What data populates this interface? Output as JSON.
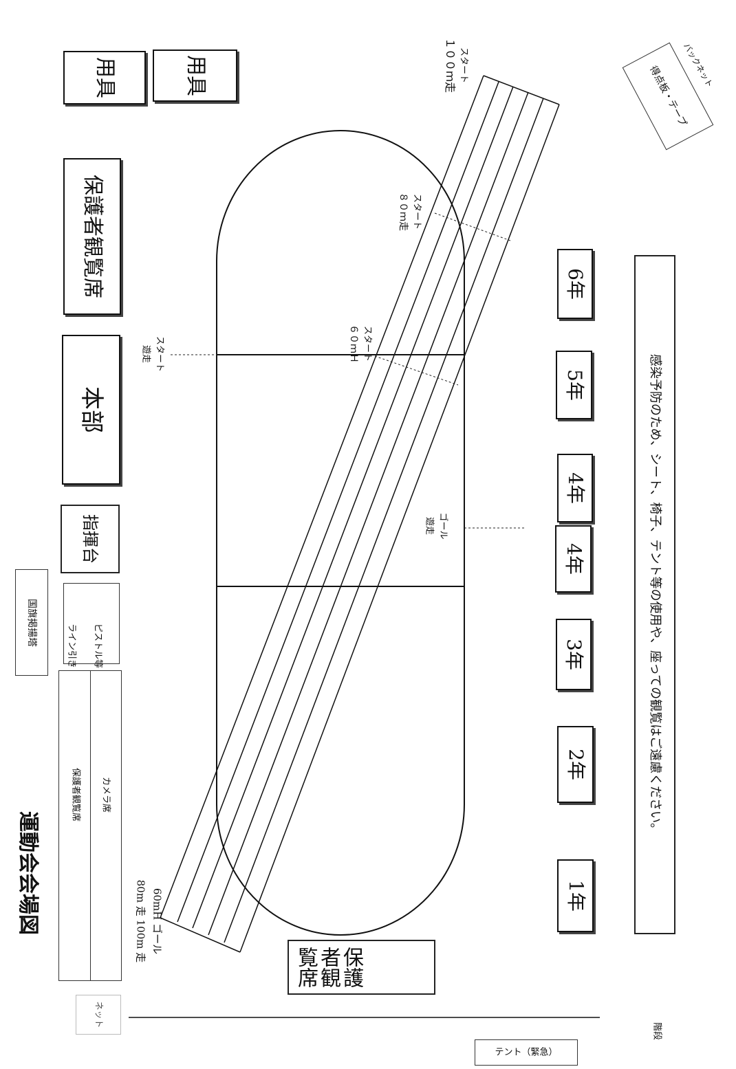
{
  "title": "運動会会場図",
  "notice": "感染予防のため、シート、椅子、テント等の使用や、座っての観覧はご遠慮ください。",
  "areas": {
    "equipment_1": "用具",
    "equipment_2": "用具",
    "spectator_top": "保護者観覧席",
    "headquarters": "本部",
    "conductor_stand": "指揮台",
    "line_pistol_1": "ライン引き",
    "line_pistol_2": "ピストル等",
    "flagpole": "国旗掲揚塔",
    "spectator_long": "保護者観覧席",
    "camera_seats": "カメラ席",
    "spectator_bottom": "保護者観覧席",
    "net": "ネット",
    "tent": "テント（緊急）",
    "stairs": "階段",
    "score_board": "得点板・テープ",
    "score_board_sub": "バックネット"
  },
  "grades": [
    "1年",
    "2年",
    "3年",
    "4年",
    "4年",
    "5年",
    "6年"
  ],
  "course_labels": {
    "start_100m_1": "１００ｍ走",
    "start_100m_2": "スタート",
    "start_80m_1": "８０ｍ走",
    "start_80m_2": "スタート",
    "start_60mh_1": "６０ｍＨ",
    "start_60mh_2": "スタート",
    "relay_start_1": "遊走",
    "relay_start_2": "スタート",
    "relay_goal_1": "遊走",
    "relay_goal_2": "ゴール",
    "goal_1": "80m 走 100m 走",
    "goal_2": "60mH ゴール"
  }
}
